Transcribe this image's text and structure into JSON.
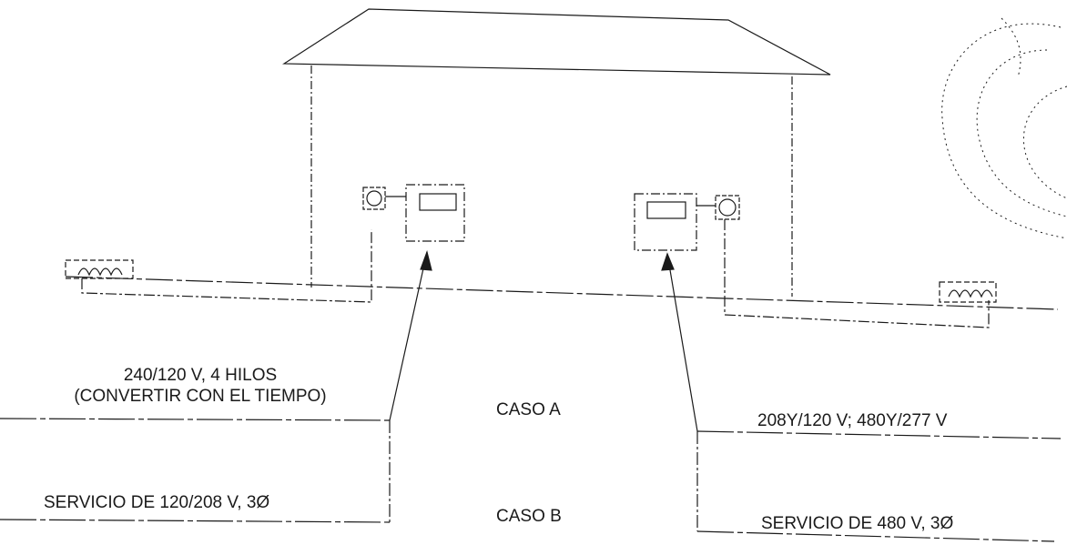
{
  "colors": {
    "ink": "#1a1a1a",
    "background": "#ffffff"
  },
  "labels": {
    "left_upper_line1": "240/120 V, 4 HILOS",
    "left_upper_line2": "(CONVERTIR CON EL TIEMPO)",
    "left_lower": "SERVICIO DE 120/208 V, 3Ø",
    "case_a": "CASO A",
    "case_b": "CASO B",
    "right_upper": "208Y/120 V; 480Y/277 V",
    "right_lower": "SERVICIO DE 480 V, 3Ø"
  },
  "icons": {
    "transformer": "transformer-coil-icon",
    "meter": "meter-icon",
    "panel": "panel-box-icon"
  }
}
